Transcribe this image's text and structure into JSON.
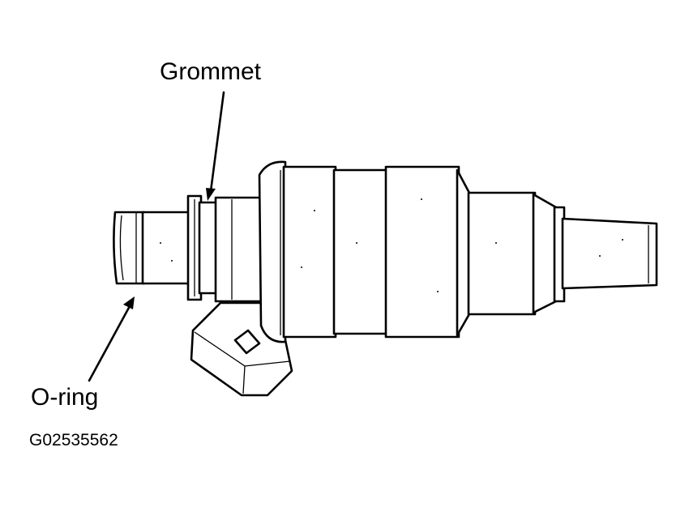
{
  "labels": {
    "grommet": "Grommet",
    "o_ring": "O-ring",
    "figure_code": "G02535562"
  },
  "colors": {
    "line": "#000000",
    "background": "#ffffff"
  }
}
